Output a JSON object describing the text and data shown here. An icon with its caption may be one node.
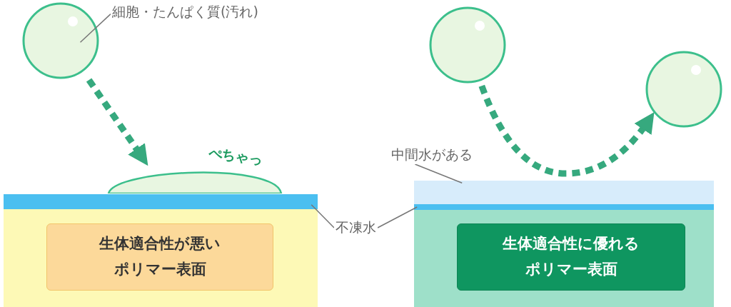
{
  "diagram": {
    "nodes": [
      {
        "text": [],
        "shape": "circle"
      },
      {
        "text": [
          "細胞・たんぱく質(汚れ)"
        ]
      },
      {
        "text": [],
        "shape": "circle"
      },
      {
        "text": [],
        "shape": "circle"
      },
      {
        "text": [
          "中間水がある"
        ]
      },
      {
        "text": [],
        "shape": "dome",
        "beside": [
          "ぺちゃっ"
        ]
      },
      {
        "text": [],
        "shape": "bar"
      },
      {
        "text": [],
        "shape": "band"
      },
      {
        "text": [
          "不凍水"
        ]
      },
      {
        "text": [],
        "shape": "bar"
      },
      {
        "text": [],
        "shape": "box"
      },
      {
        "text": [
          "生体適合性が悪いポリマー表面"
        ],
        "in": 10
      },
      {
        "text": [],
        "shape": "box"
      },
      {
        "text": [
          "生体適合性に優れるポリマー表面"
        ],
        "in": 12
      }
    ],
    "edges": [
      {
        "from": 1,
        "to": 0,
        "arrow": "none"
      },
      {
        "from": 0,
        "to": 5,
        "arrow": "to",
        "style": "dashed",
        "color": "#36a97e"
      },
      {
        "from": 2,
        "to": 3,
        "arrow": "to",
        "style": "dashed",
        "color": "#36a97e"
      },
      {
        "from": 4,
        "to": 7,
        "arrow": "none"
      },
      {
        "from": 8,
        "to": 6,
        "arrow": "none"
      },
      {
        "from": 8,
        "to": 9,
        "arrow": "none"
      }
    ]
  }
}
